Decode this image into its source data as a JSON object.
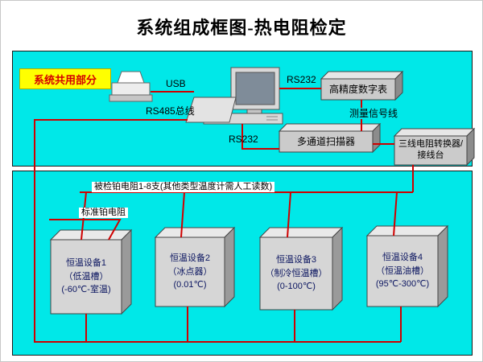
{
  "title": "系统组成框图-热电阻检定",
  "top_panel": {
    "shared_label": "系统共用部分",
    "labels": {
      "usb": "USB",
      "rs232_top": "RS232",
      "rs485": "RS485总线",
      "signal": "测量信号线",
      "rs232_bottom": "RS232"
    },
    "boxes": {
      "meter": "高精度数字表",
      "scanner": "多通道扫描器",
      "converter": "三线电阻转换器/接线台"
    }
  },
  "bottom_panel": {
    "tested_label": "被检铂电阻1-8支(其他类型温度计需人工读数)",
    "standard_label": "标准铂电阻",
    "devices": [
      {
        "name": "恒温设备1",
        "type": "（低温槽）",
        "range": "(-60℃-室温)"
      },
      {
        "name": "恒温设备2",
        "type": "（冰点器）",
        "range": "(0.01℃)"
      },
      {
        "name": "恒温设备3",
        "type": "（制冷恒温槽）",
        "range": "(0-100℃)"
      },
      {
        "name": "恒温设备4",
        "type": "（恒温油槽）",
        "range": "(95℃-300℃)"
      }
    ]
  },
  "colors": {
    "panel_bg": "#00e8e8",
    "wire": "#cf0000",
    "shared_bg": "#ffff00",
    "shared_text": "#d40000",
    "device_text": "#0b1560"
  }
}
